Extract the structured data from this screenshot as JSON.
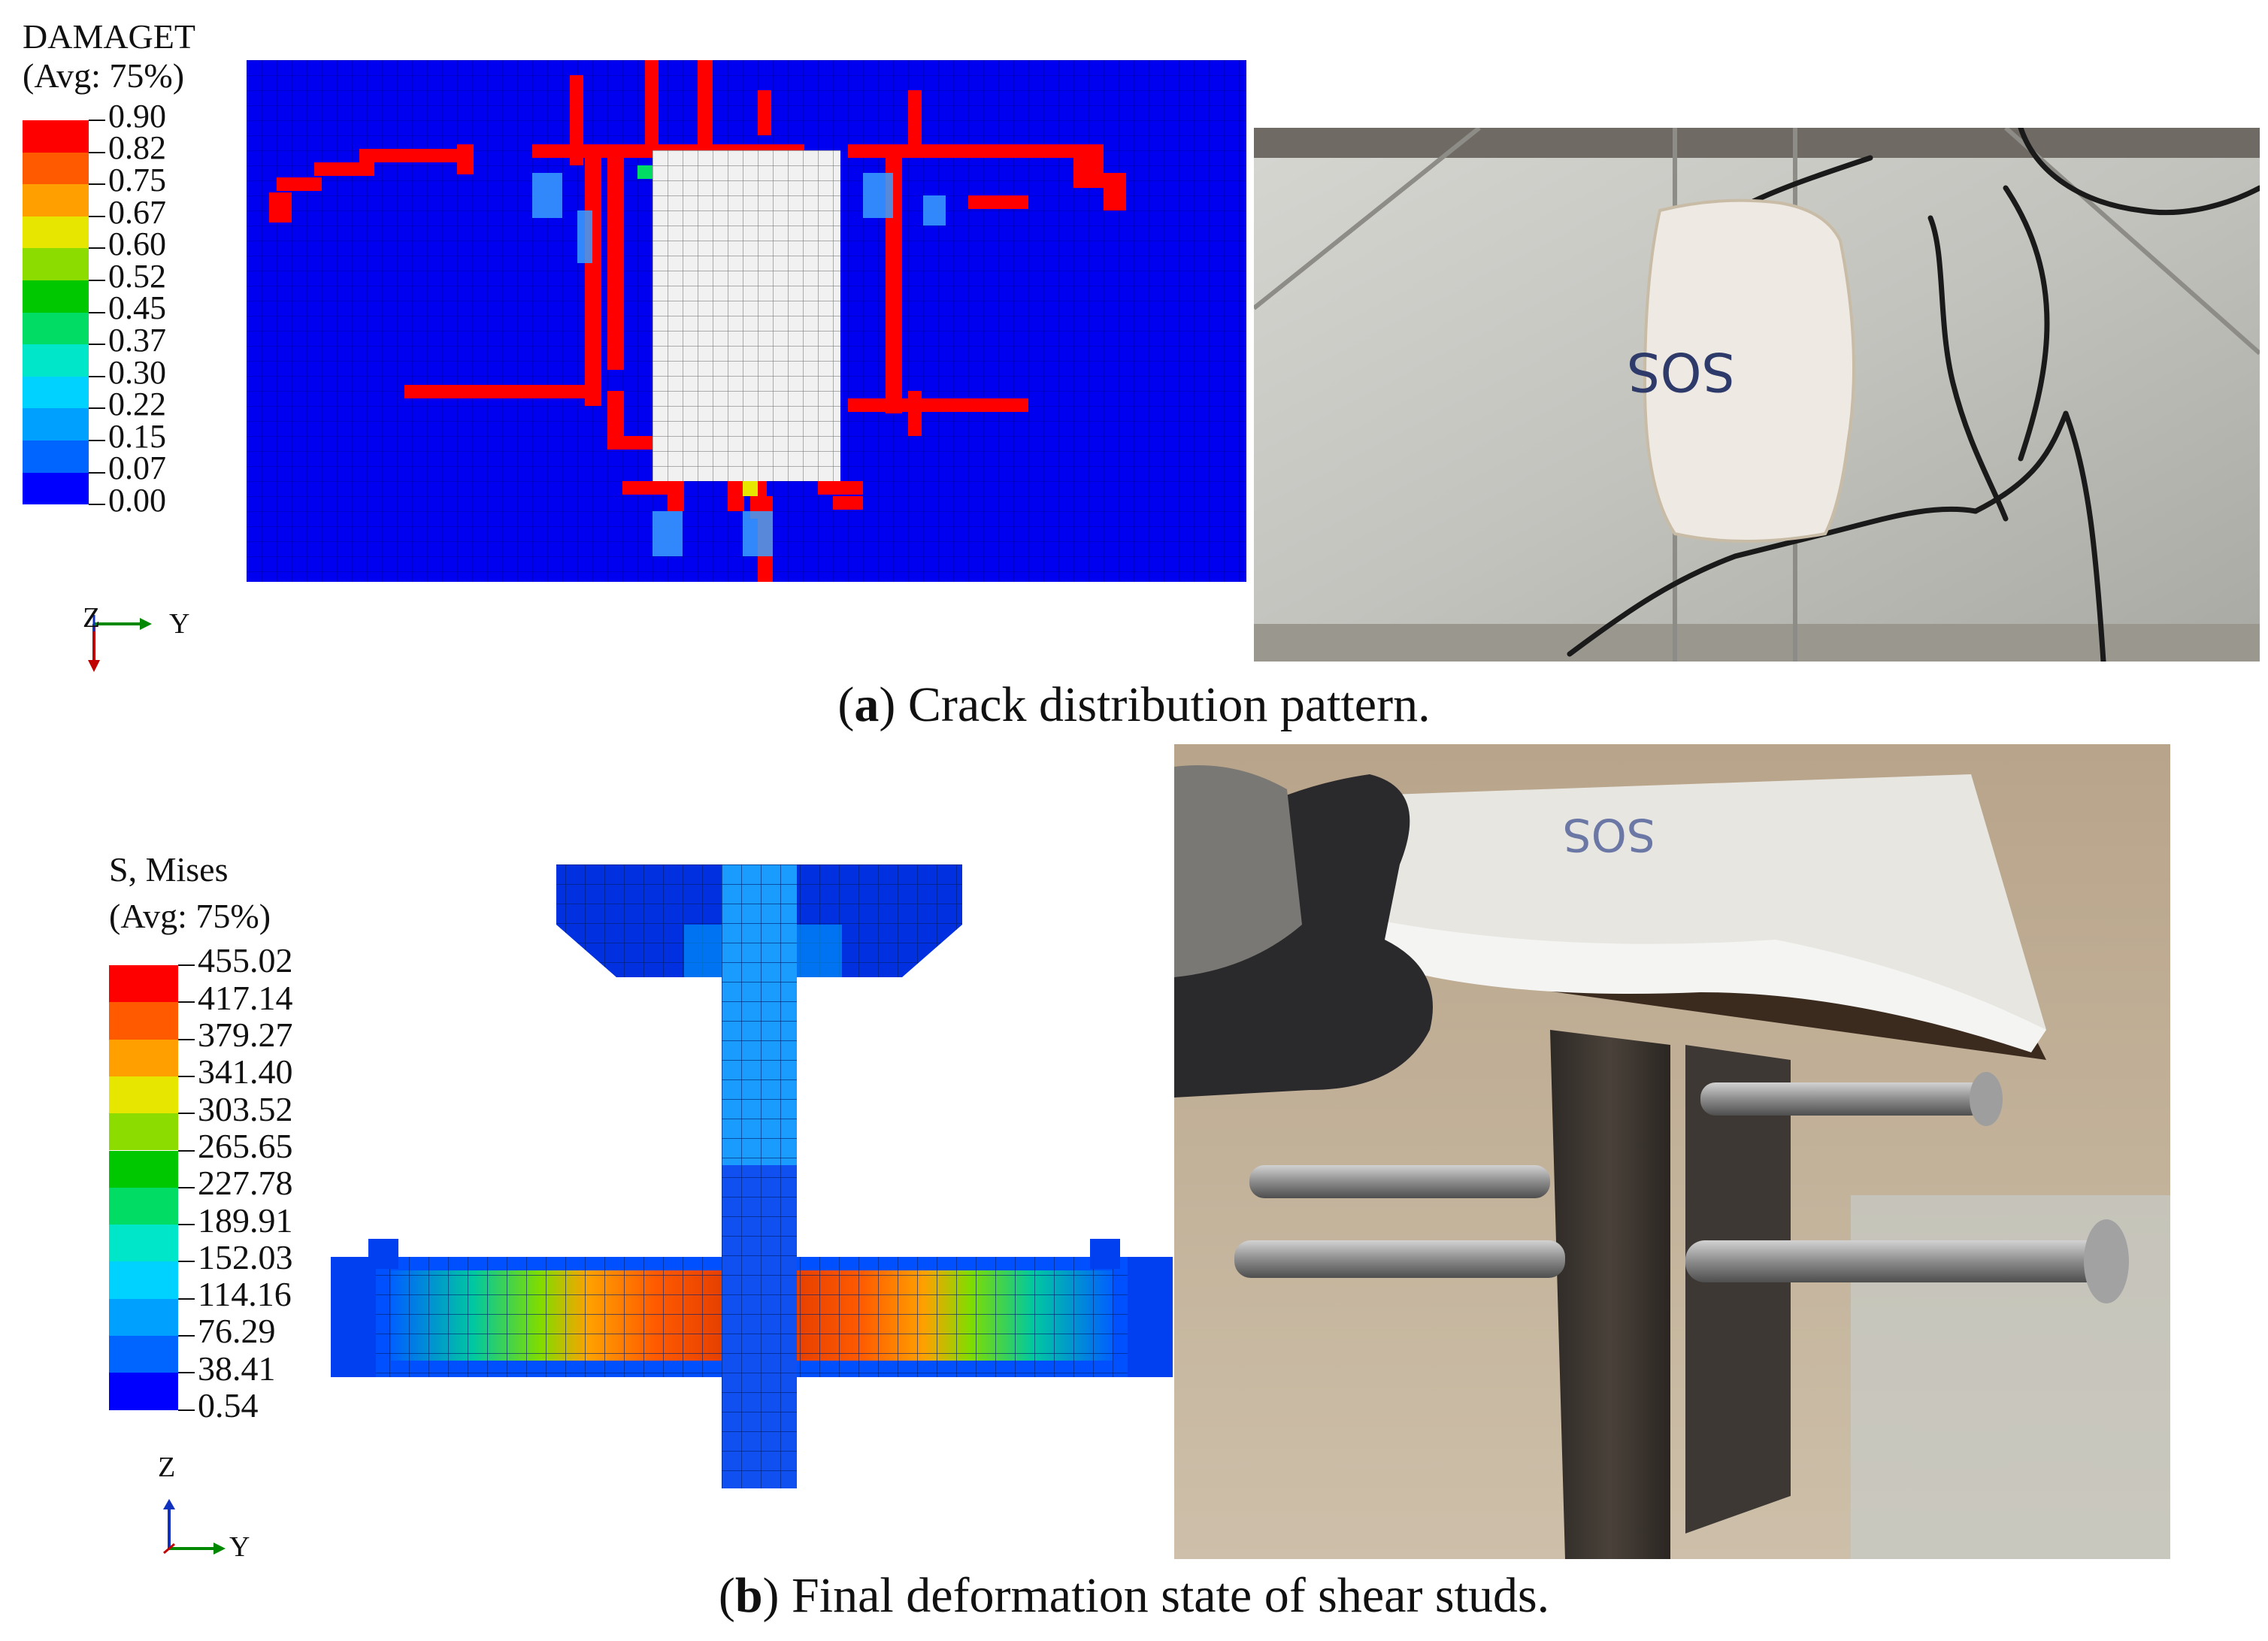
{
  "panel_a": {
    "legend": {
      "title": "DAMAGET",
      "subtitle": "(Avg: 75%)",
      "levels": [
        "0.90",
        "0.82",
        "0.75",
        "0.67",
        "0.60",
        "0.52",
        "0.45",
        "0.37",
        "0.30",
        "0.22",
        "0.15",
        "0.07",
        "0.00"
      ],
      "colors": [
        "#ff0000",
        "#ff5a00",
        "#ffa000",
        "#e6e600",
        "#8cdc00",
        "#00c800",
        "#00dc64",
        "#00e6c8",
        "#00d2ff",
        "#00a0ff",
        "#0064ff",
        "#0000ff"
      ]
    },
    "axis": {
      "vertical": "Z",
      "horizontal": "Y"
    },
    "caption_letter": "a",
    "caption_text": " Crack distribution pattern."
  },
  "panel_b": {
    "legend": {
      "title": "S, Mises",
      "subtitle": "(Avg: 75%)",
      "levels": [
        "455.02",
        "417.14",
        "379.27",
        "341.40",
        "303.52",
        "265.65",
        "227.78",
        "189.91",
        "152.03",
        "114.16",
        "76.29",
        "38.41",
        "0.54"
      ],
      "colors": [
        "#ff0000",
        "#ff5a00",
        "#ffa000",
        "#e6e600",
        "#8cdc00",
        "#00c800",
        "#00dc64",
        "#00e6c8",
        "#00d2ff",
        "#00a0ff",
        "#0064ff",
        "#0000ff"
      ]
    },
    "axis": {
      "vertical": "Z",
      "horizontal": "Y"
    },
    "caption_letter": "b",
    "caption_text": " Final deformation state of shear studs.",
    "photo_marking": "SOS"
  },
  "panel_a_photo_marking": "SOS"
}
